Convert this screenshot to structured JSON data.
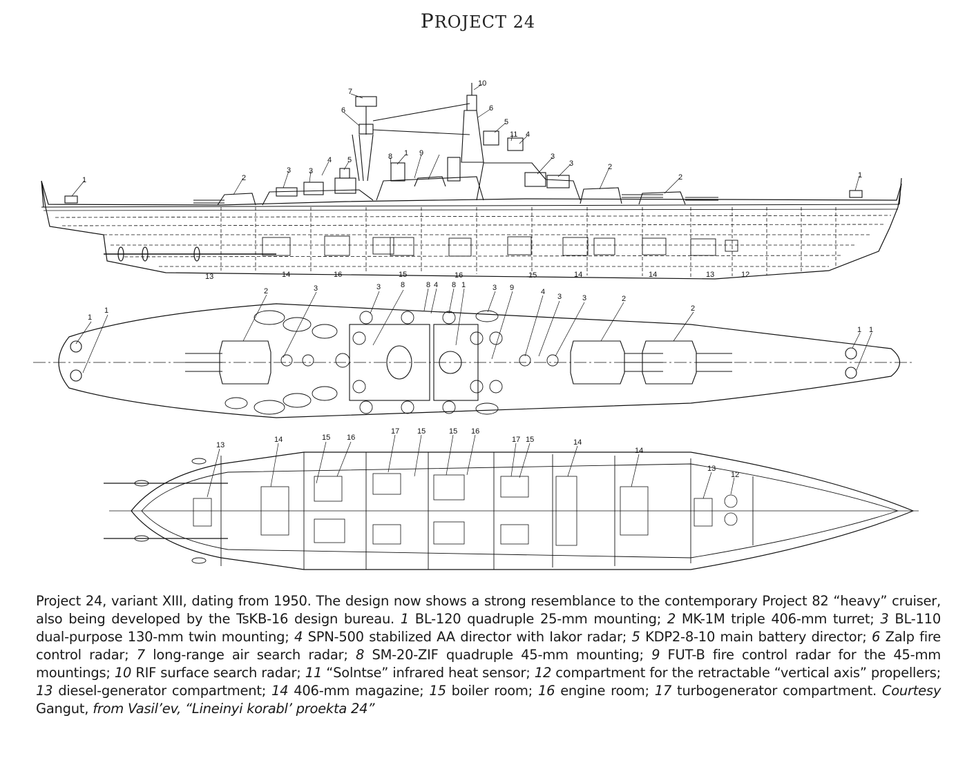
{
  "title": {
    "first": "P",
    "rest": "ROJECT 24"
  },
  "profile_labels": [
    "1",
    "2",
    "3",
    "3",
    "4",
    "5",
    "6",
    "7",
    "8",
    "1",
    "9",
    "10",
    "6",
    "5",
    "11",
    "4",
    "3",
    "3",
    "2",
    "2",
    "1",
    "13",
    "14",
    "16",
    "15",
    "16",
    "15",
    "14",
    "14",
    "13",
    "12"
  ],
  "deck_plan_labels": [
    "1",
    "1",
    "2",
    "3",
    "3",
    "8",
    "8",
    "4",
    "8",
    "1",
    "3",
    "9",
    "4",
    "3",
    "3",
    "2",
    "2",
    "1",
    "1"
  ],
  "hull_plan_labels": [
    "13",
    "14",
    "15",
    "16",
    "17",
    "15",
    "15",
    "16",
    "17",
    "15",
    "14",
    "14",
    "13",
    "12"
  ],
  "caption": {
    "intro": "Project 24, variant XIII, dating from 1950. The design now shows a strong resemblance to the contemporary Project 82 “heavy” cruiser, also being developed by the TsKB-16 design bureau.",
    "items": [
      {
        "num": "1",
        "text": "BL-120 quadruple 25-mm mounting;"
      },
      {
        "num": "2",
        "text": "MK-1M triple 406-mm turret;"
      },
      {
        "num": "3",
        "text": "BL-110 dual-purpose 130-mm twin mounting;"
      },
      {
        "num": "4",
        "text": "SPN-500 stabilized AA director with Iakor radar;"
      },
      {
        "num": "5",
        "text": "KDP2-8-10 main battery director;"
      },
      {
        "num": "6",
        "text": "Zalp fire control radar;"
      },
      {
        "num": "7",
        "text": "long-range air search radar;"
      },
      {
        "num": "8",
        "text": "SM-20-ZIF quadruple 45-mm mounting;"
      },
      {
        "num": "9",
        "text": "FUT-B fire control radar for the 45-mm mountings;"
      },
      {
        "num": "10",
        "text": "RIF surface search radar;"
      },
      {
        "num": "11",
        "text": "“Solntse” infrared heat sensor;"
      },
      {
        "num": "12",
        "text": "compartment for the retractable “vertical axis” propellers;"
      },
      {
        "num": "13",
        "text": "diesel-generator compartment;"
      },
      {
        "num": "14",
        "text": "406-mm magazine;"
      },
      {
        "num": "15",
        "text": "boiler room;"
      },
      {
        "num": "16",
        "text": "engine room;"
      },
      {
        "num": "17",
        "text": "turbogenerator compartment."
      }
    ],
    "credit_1": "Courtesy",
    "credit_source": "Gangut,",
    "credit_2": "from Vasil’ev, “Lineinyi korabl’ proekta 24”"
  }
}
